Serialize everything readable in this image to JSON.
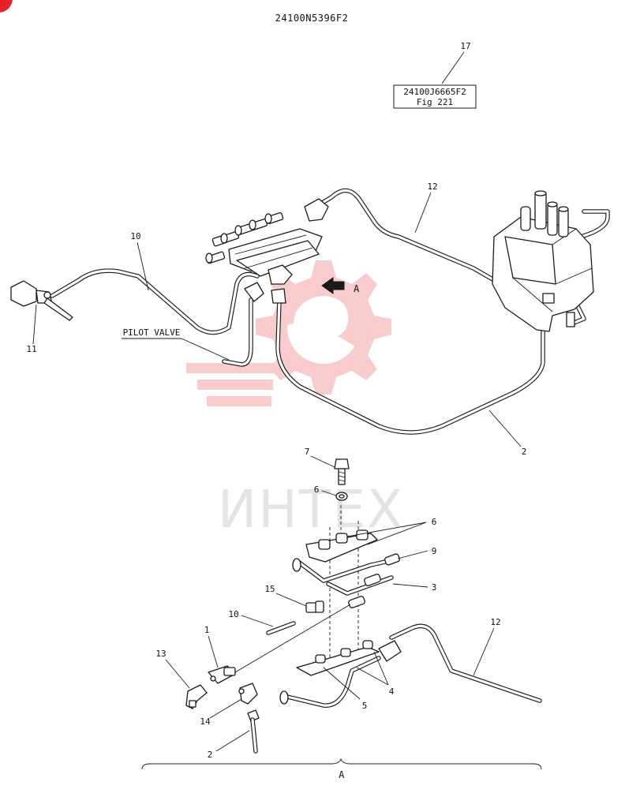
{
  "drawing_number": "24100N5396F2",
  "reference_box": {
    "line1": "24100J6665F2",
    "line2": "Fig 221"
  },
  "labels": {
    "pilot_valve": "PILOT VALVE",
    "view_marker": "A",
    "detail_marker": "A"
  },
  "watermark": {
    "text": "ИНТЕХ",
    "color": "#e8202a"
  },
  "callouts": {
    "c17": "17",
    "c12_top": "12",
    "c10_top": "10",
    "c11": "11",
    "c2_top": "2",
    "c7": "7",
    "c6_washer": "6",
    "c6_clamp": "6",
    "c9": "9",
    "c3": "3",
    "c15": "15",
    "c10_bottom": "10",
    "c1": "1",
    "c13": "13",
    "c14": "14",
    "c2_bottom": "2",
    "c5": "5",
    "c4": "4",
    "c12_bottom": "12"
  },
  "corner_badge": {
    "color": "#e8202a"
  }
}
